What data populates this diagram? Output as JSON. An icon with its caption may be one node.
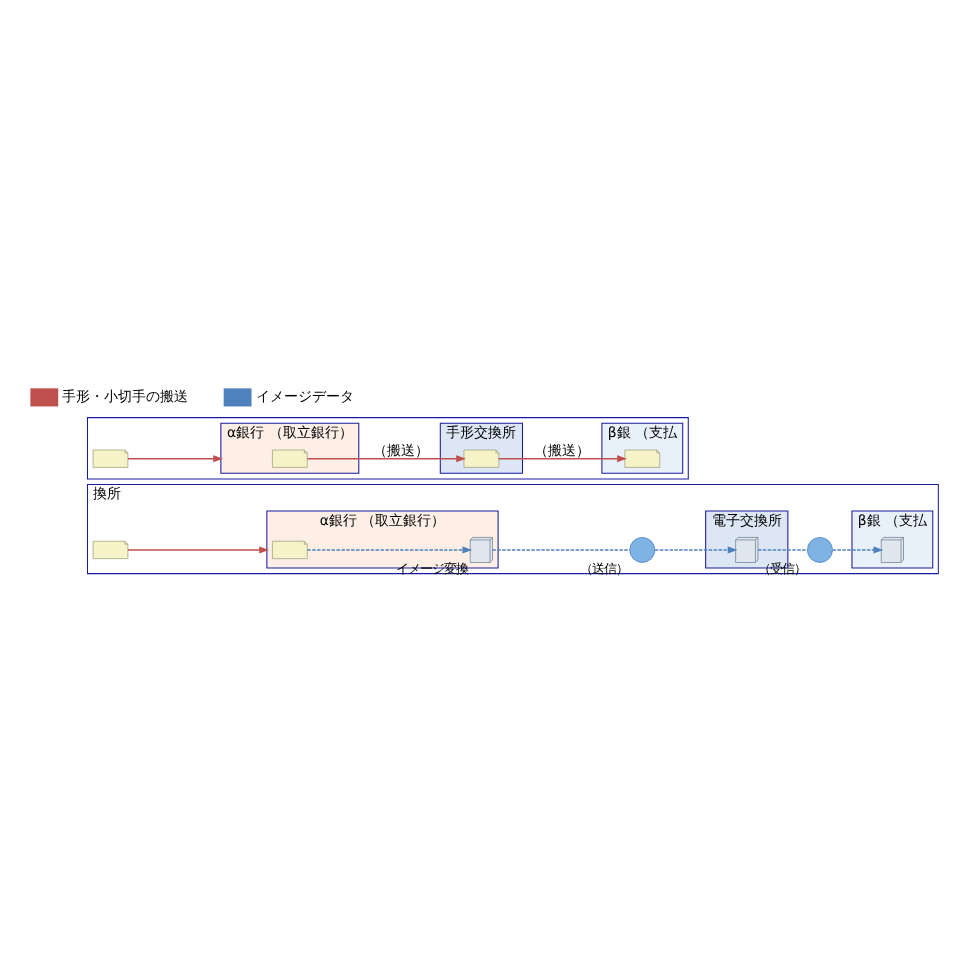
{
  "diagram": {
    "nodes": [
      {
        "text": [],
        "shape": "box"
      },
      {
        "text": [],
        "shape": "picture",
        "in": 0
      },
      {
        "text": [
          "α銀行 （取立銀行）"
        ],
        "in": 0
      },
      {
        "text": [],
        "shape": "picture",
        "in": 2
      },
      {
        "text": [
          "手形交換所"
        ],
        "in": 0
      },
      {
        "text": [],
        "shape": "picture",
        "in": 4
      },
      {
        "text": [
          "β銀 （支払"
        ],
        "in": 0
      },
      {
        "text": [],
        "shape": "picture",
        "in": 6
      },
      {
        "text": [
          "換所"
        ]
      },
      {
        "text": [],
        "shape": "picture",
        "in": 8
      },
      {
        "text": [
          "α銀行 （取立銀行）"
        ],
        "in": 8
      },
      {
        "text": [],
        "shape": "picture",
        "in": 10
      },
      {
        "text": [],
        "shape": "picture",
        "in": 10,
        "beside": [
          "イメージ変換"
        ]
      },
      {
        "text": [],
        "shape": "circle",
        "in": 8,
        "beside": [
          "（送信）"
        ]
      },
      {
        "text": [
          "電子交換所"
        ],
        "in": 8
      },
      {
        "text": [],
        "shape": "picture",
        "in": 14
      },
      {
        "text": [],
        "shape": "circle",
        "in": 8,
        "beside": [
          "（受信）"
        ]
      },
      {
        "text": [
          "β銀 （支払"
        ],
        "in": 8
      },
      {
        "text": [],
        "shape": "picture",
        "in": 17
      }
    ],
    "edges": [
      {
        "from": 1,
        "to": 2,
        "arrow": "to",
        "color": "#c0504d"
      },
      {
        "from": 3,
        "to": 5,
        "arrow": "to",
        "label": "（搬送）",
        "color": "#c0504d"
      },
      {
        "from": 5,
        "to": 7,
        "arrow": "to",
        "label": "（搬送）",
        "color": "#c0504d"
      },
      {
        "from": 9,
        "to": 10,
        "arrow": "to",
        "color": "#c0504d"
      },
      {
        "from": 11,
        "to": 12,
        "arrow": "to",
        "style": "dashed",
        "color": "#4f81bd"
      },
      {
        "from": 12,
        "to": 13,
        "arrow": "none",
        "style": "dashed",
        "color": "#4f81bd"
      },
      {
        "from": 13,
        "to": 15,
        "arrow": "to",
        "style": "dashed",
        "color": "#4f81bd"
      },
      {
        "from": 15,
        "to": 16,
        "arrow": "none",
        "style": "dashed",
        "color": "#4f81bd"
      },
      {
        "from": 16,
        "to": 18,
        "arrow": "to",
        "style": "dashed",
        "color": "#4f81bd"
      }
    ],
    "legend": [
      {
        "text": "手形・小切手の搬送"
      },
      {
        "text": "イメージデータ"
      }
    ]
  }
}
